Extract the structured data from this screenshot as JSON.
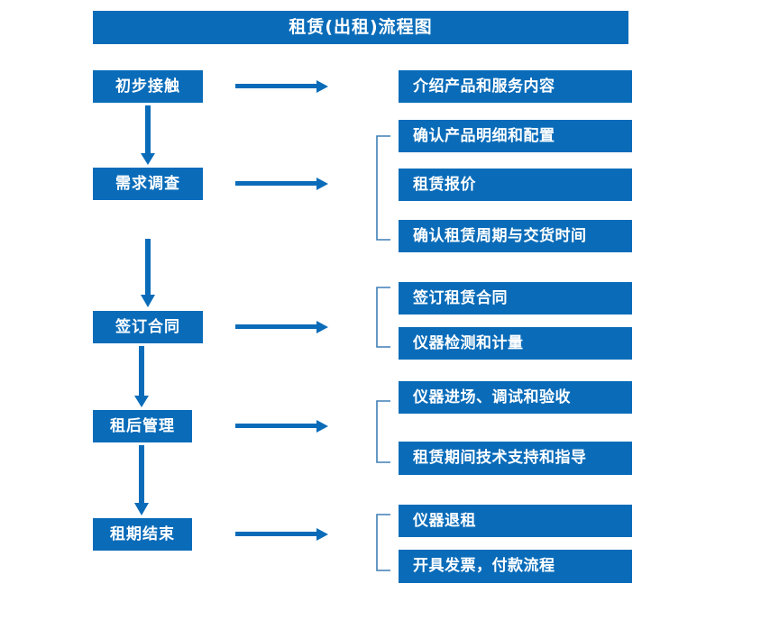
{
  "diagram": {
    "title": "租赁(出租)流程图",
    "colors": {
      "box_fill": "#0a6cb9",
      "box_text": "#ffffff",
      "arrow": "#0a6cb9",
      "bracket": "#3f7fb5",
      "background": "#ffffff"
    },
    "stages": [
      {
        "id": "stage-1",
        "label": "初步接触"
      },
      {
        "id": "stage-2",
        "label": "需求调查"
      },
      {
        "id": "stage-3",
        "label": "签订合同"
      },
      {
        "id": "stage-4",
        "label": "租后管理"
      },
      {
        "id": "stage-5",
        "label": "租期结束"
      }
    ],
    "details": {
      "group1": [
        {
          "id": "detail-1-1",
          "label": "介绍产品和服务内容"
        }
      ],
      "group2": [
        {
          "id": "detail-2-1",
          "label": "确认产品明细和配置"
        },
        {
          "id": "detail-2-2",
          "label": "租赁报价"
        },
        {
          "id": "detail-2-3",
          "label": "确认租赁周期与交货时间"
        }
      ],
      "group3": [
        {
          "id": "detail-3-1",
          "label": "签订租赁合同"
        },
        {
          "id": "detail-3-2",
          "label": "仪器检测和计量"
        }
      ],
      "group4": [
        {
          "id": "detail-4-1",
          "label": "仪器进场、调试和验收"
        },
        {
          "id": "detail-4-2",
          "label": "租赁期间技术支持和指导"
        }
      ],
      "group5": [
        {
          "id": "detail-5-1",
          "label": "仪器退租"
        },
        {
          "id": "detail-5-2",
          "label": "开具发票，付款流程"
        }
      ]
    },
    "connectors": {
      "horizontal_arrows": 5,
      "vertical_arrows": 4,
      "brackets": 4
    }
  }
}
